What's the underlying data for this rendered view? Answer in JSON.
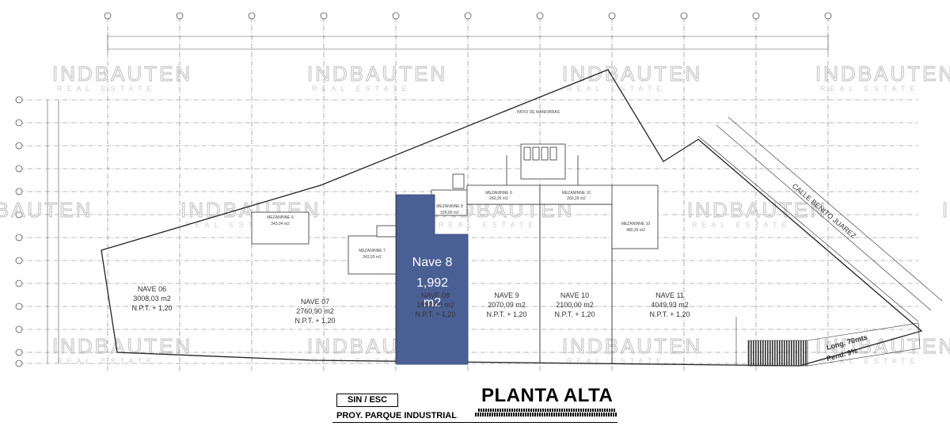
{
  "watermark": {
    "brand": "INDBAUTEN",
    "tagline": "REAL ESTATE"
  },
  "highlight": {
    "name": "Nave 8",
    "area": "1,992",
    "unit": "m2",
    "color": "#4a5f94"
  },
  "naves": [
    {
      "name": "NAVE 06",
      "area": "3008,03 m2",
      "level": "N.P.T. + 1,20"
    },
    {
      "name": "NAVE 07",
      "area": "2760,90 m2",
      "level": "N.P.T. + 1,20"
    },
    {
      "name": "NAVE 08",
      "area": "1992,00 m2",
      "level": "N.P.T. + 1,20"
    },
    {
      "name": "NAVE 9",
      "area": "2070,09 m2",
      "level": "N.P.T. + 1,20"
    },
    {
      "name": "NAVE 10",
      "area": "2100,00 m2",
      "level": "N.P.T. + 1,20"
    },
    {
      "name": "NAVE 11",
      "area": "4049,93 m2",
      "level": "N.P.T. + 1,20"
    }
  ],
  "mezzanines": [
    {
      "name": "MEZANINNE 6",
      "area": "343,04 m2"
    },
    {
      "name": "MEZANINNE 7",
      "area": "343,03 m2"
    },
    {
      "name": "MEZANINNE 8",
      "area": "326,00 m2"
    },
    {
      "name": "MEZANINNE 9",
      "area": "260,26 m2"
    },
    {
      "name": "MEZANINNE 10",
      "area": "260,26 m2"
    },
    {
      "name": "MEZANINNE 10",
      "area": "480,26 m2"
    }
  ],
  "yard": "PATIO DE MANIOBRAS",
  "street": "CALLE BENITO JUAREZ",
  "ramp": {
    "length": "Long. 70mts",
    "slope": "Pend. 9%"
  },
  "title_block": {
    "scale": "SIN / ESC",
    "title": "PLANTA ALTA",
    "project": "PROY. PARQUE INDUSTRIAL"
  }
}
